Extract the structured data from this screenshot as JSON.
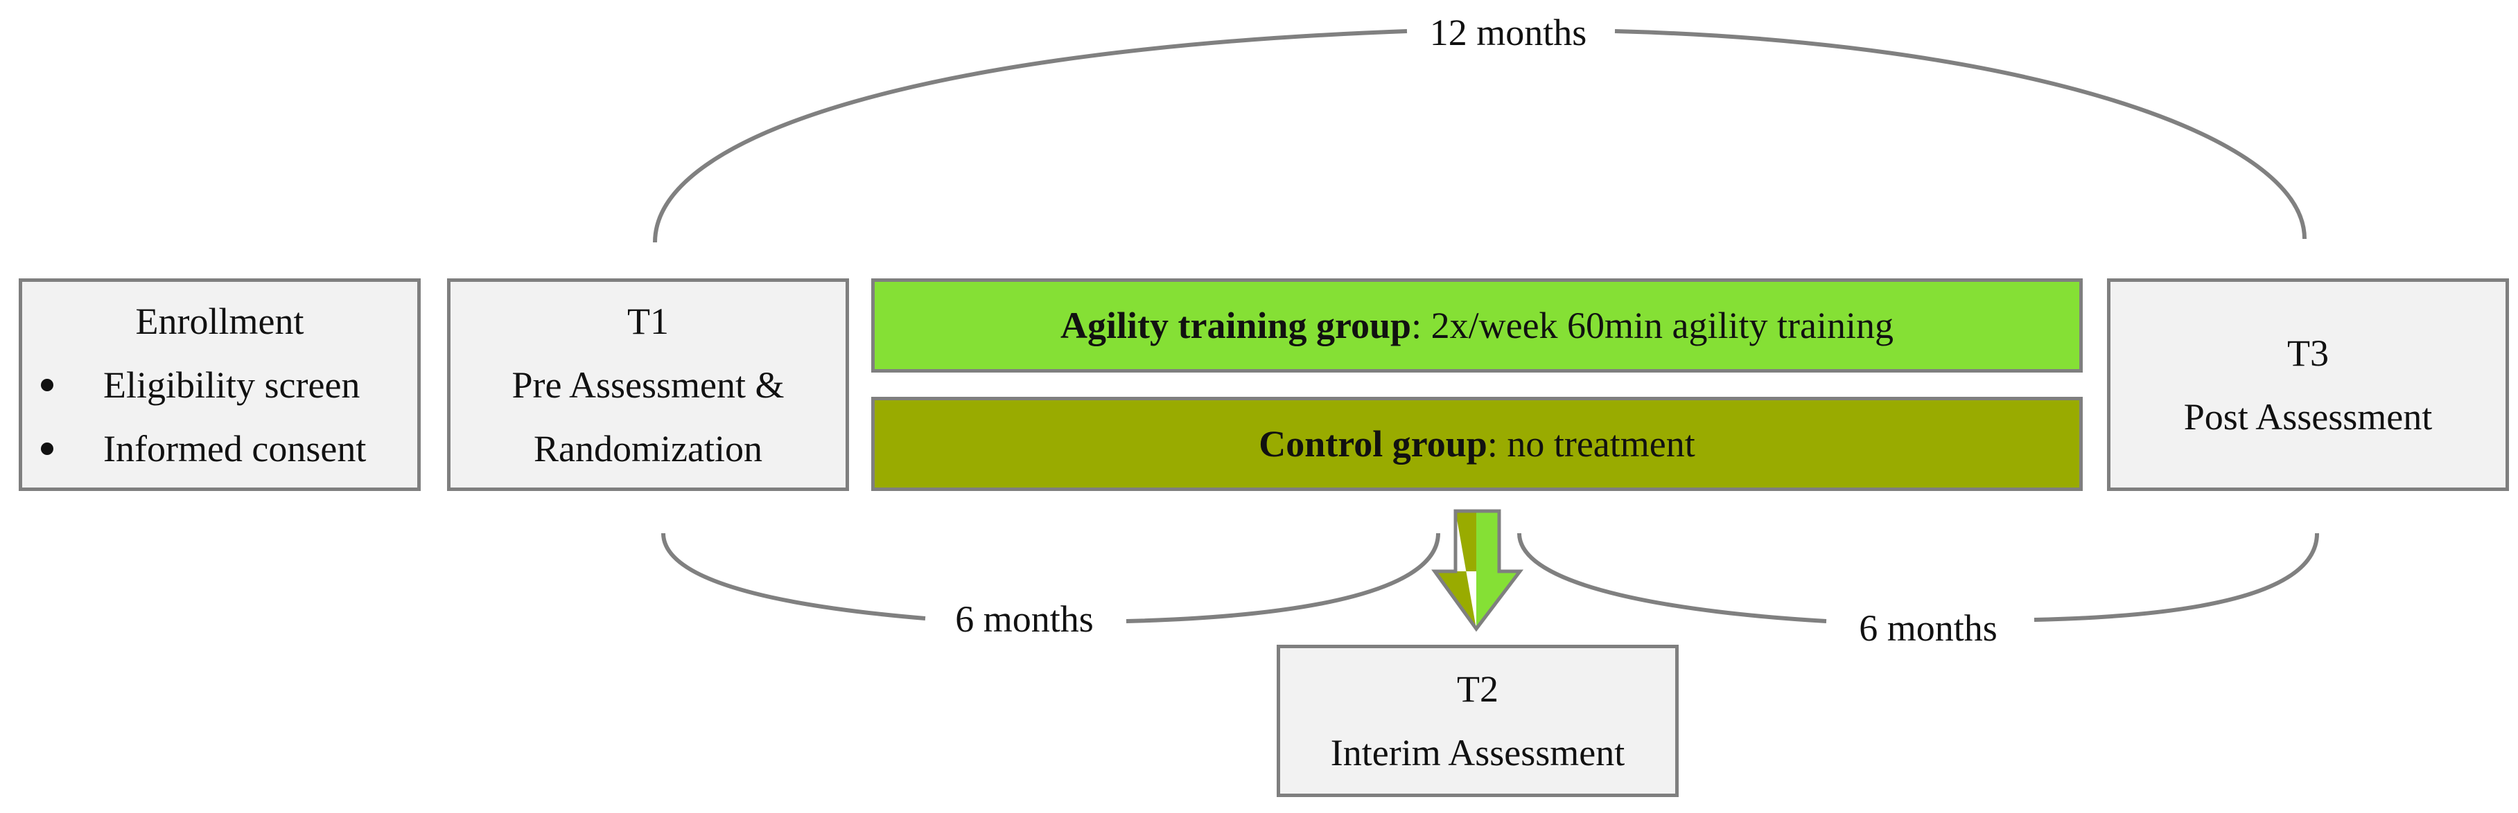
{
  "spans": {
    "total": "12 months",
    "first_half": "6 months",
    "second_half": "6 months"
  },
  "enrollment": {
    "title": "Enrollment",
    "items": [
      "Eligibility screen",
      "Informed consent"
    ]
  },
  "t1": {
    "code": "T1",
    "line1": "Pre Assessment &",
    "line2": "Randomization"
  },
  "groups": {
    "agility": {
      "name": "Agility training group",
      "desc": ": 2x/week 60min agility training"
    },
    "control": {
      "name": "Control group",
      "desc": ": no treatment"
    }
  },
  "t3": {
    "code": "T3",
    "label": "Post Assessment"
  },
  "t2": {
    "code": "T2",
    "label": "Interim Assessment"
  },
  "colors": {
    "agility_green": "#85e035",
    "control_olive": "#99ab00",
    "box_fill": "#f2f2f2",
    "border_gray": "#7f7f7f"
  }
}
